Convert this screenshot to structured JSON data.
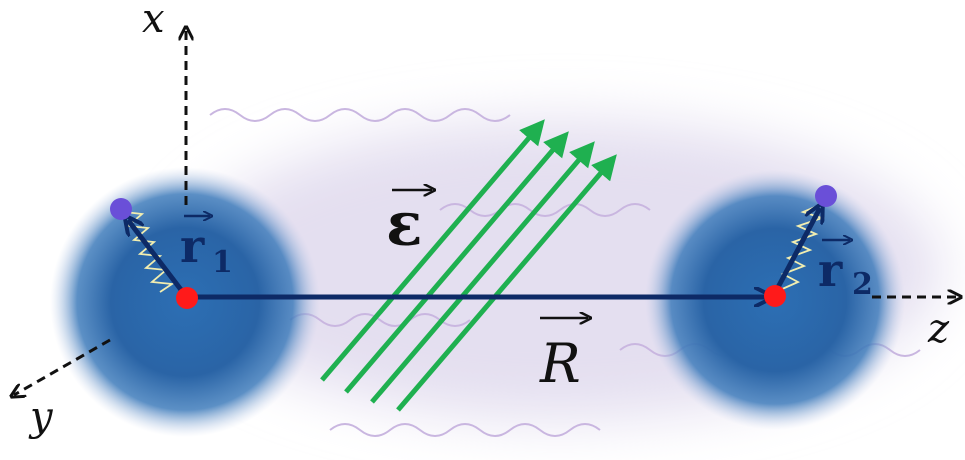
{
  "axes": {
    "x_label": "x",
    "y_label": "y",
    "z_label": "z"
  },
  "vectors": {
    "r1_symbol": "r",
    "r1_subscript": "1",
    "r2_symbol": "r",
    "r2_subscript": "2",
    "R_symbol": "R",
    "field_symbol": "ε"
  },
  "colors": {
    "background_glow": "#e4dff0",
    "atom_cloud": "#1f5fa5",
    "nucleus": "#ff1a1a",
    "electron": "#6a4fd8",
    "separation_vector": "#0d2a66",
    "field_lines": "#1fb050",
    "wavy_lines": "#c9b6e0",
    "spring": "#f2eeb0",
    "axis_lines": "#111111"
  }
}
